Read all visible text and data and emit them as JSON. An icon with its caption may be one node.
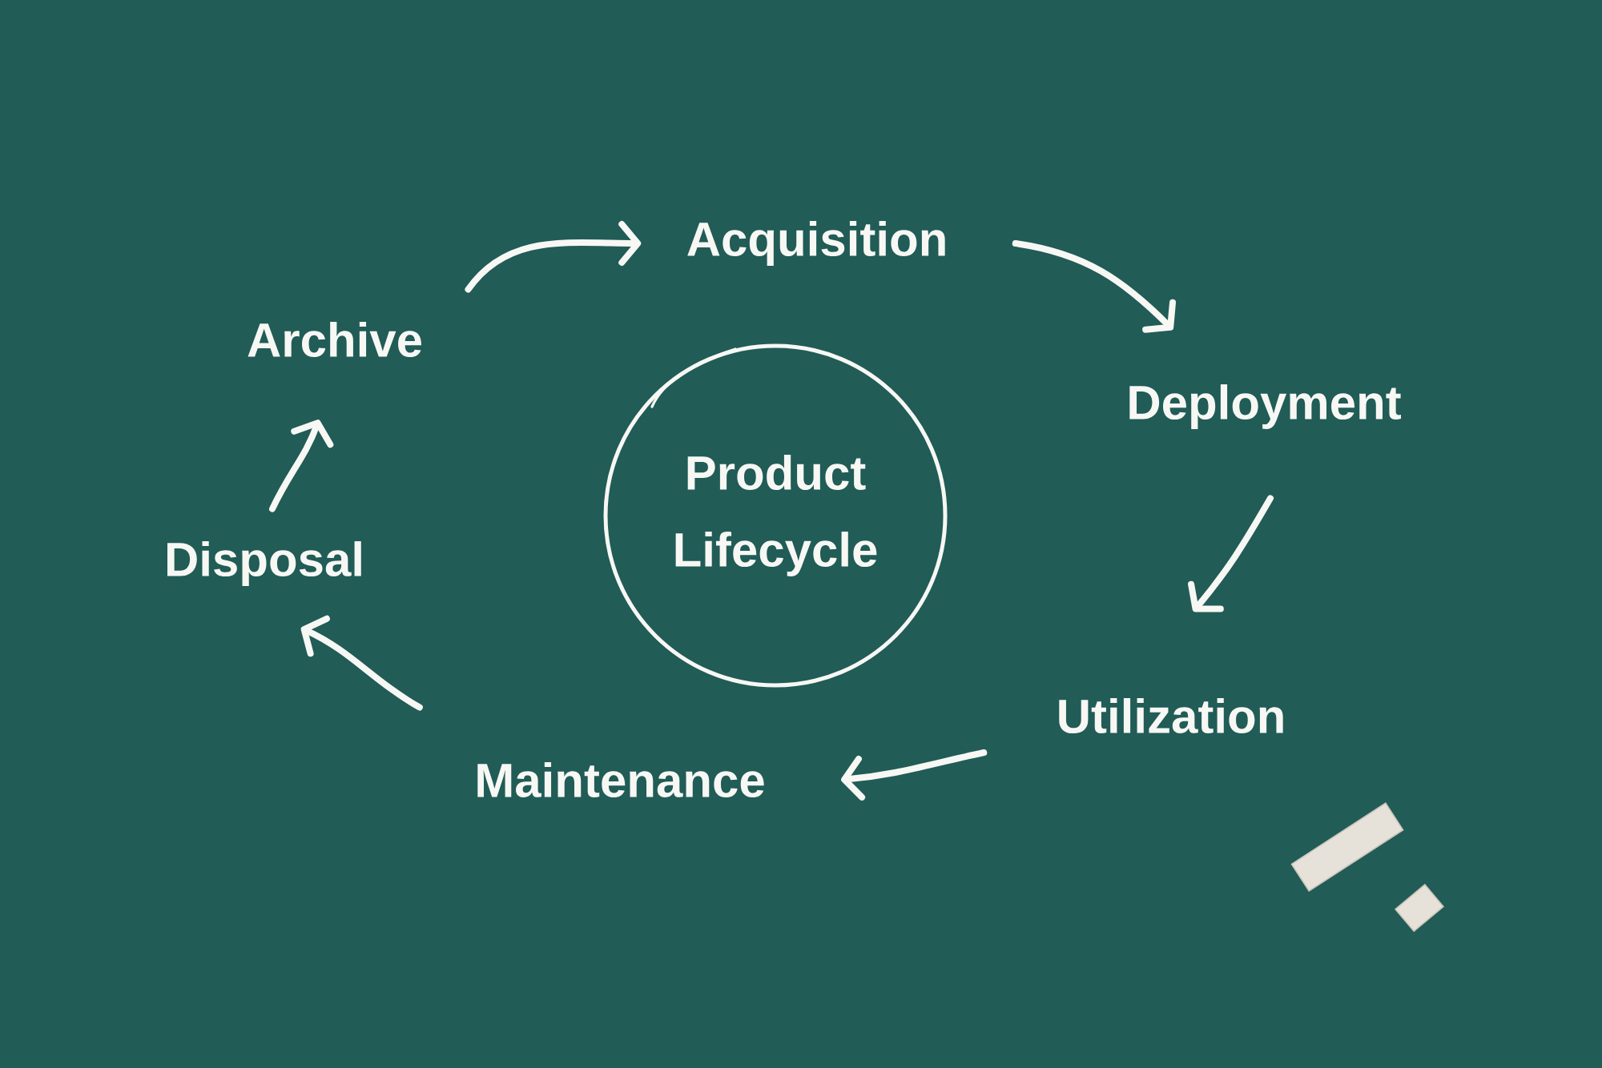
{
  "diagram": {
    "nodes": [
      {
        "text": [
          "Acquisition"
        ]
      },
      {
        "text": [
          "Deployment"
        ]
      },
      {
        "text": [
          "Utilization"
        ]
      },
      {
        "text": [
          "Maintenance"
        ]
      },
      {
        "text": [
          "Disposal"
        ]
      },
      {
        "text": [
          "Archive"
        ]
      },
      {
        "text": [
          "Product Lifecycle"
        ]
      }
    ],
    "edges": [
      {
        "from": 0,
        "to": 1,
        "arrow": "to"
      },
      {
        "from": 1,
        "to": 2,
        "arrow": "to"
      },
      {
        "from": 2,
        "to": 3,
        "arrow": "to"
      },
      {
        "from": 3,
        "to": 4,
        "arrow": "to"
      },
      {
        "from": 4,
        "to": 5,
        "arrow": "to"
      },
      {
        "from": 5,
        "to": 0,
        "arrow": "to"
      }
    ]
  }
}
